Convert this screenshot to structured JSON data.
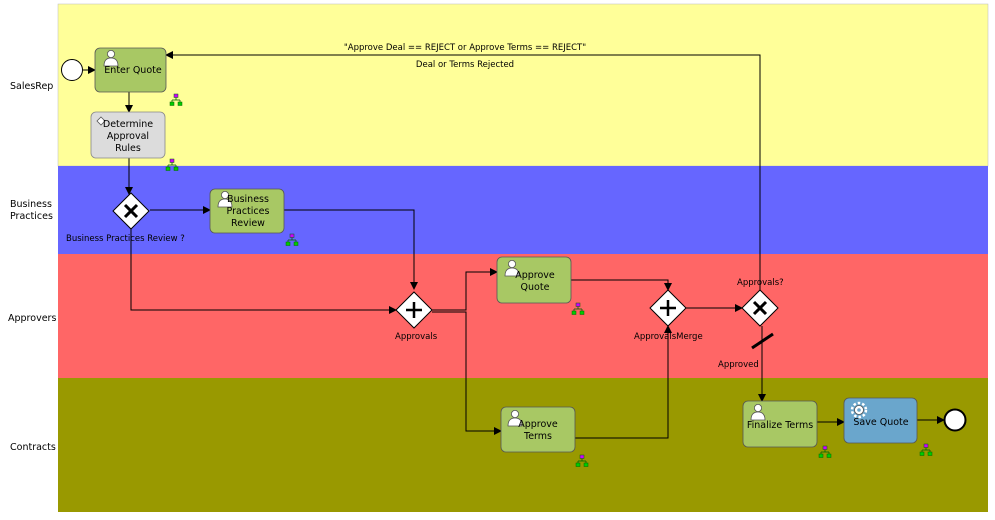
{
  "lanes": [
    {
      "name": "SalesRep",
      "color": "#ffff99"
    },
    {
      "name": "Business\nPractices",
      "color": "#6666ff"
    },
    {
      "name": "Approvers",
      "color": "#ff6666"
    },
    {
      "name": "Contracts",
      "color": "#999900"
    }
  ],
  "tasks": {
    "enter_quote": "Enter Quote",
    "determine_rules": "Determine\nApproval\nRules",
    "bp_review": "Business\nPractices\nReview",
    "approve_quote": "Approve\nQuote",
    "approve_terms": "Approve\nTerms",
    "finalize_terms": "Finalize Terms",
    "save_quote": "Save Quote"
  },
  "gateways": {
    "bp_review": "Business  Practices  Review ?",
    "approvals": "Approvals",
    "approvals_merge": "ApprovalsMerge",
    "approvals_check": "Approvals?"
  },
  "flows": {
    "reject_condition": "\"Approve Deal == REJECT or Approve Terms == REJECT\"",
    "reject_name": "Deal or Terms Rejected",
    "approved": "Approved"
  },
  "colors": {
    "user_task": "#a8c864",
    "business_rule_task": "#dcdcdc",
    "service_task": "#6aa6cc"
  }
}
